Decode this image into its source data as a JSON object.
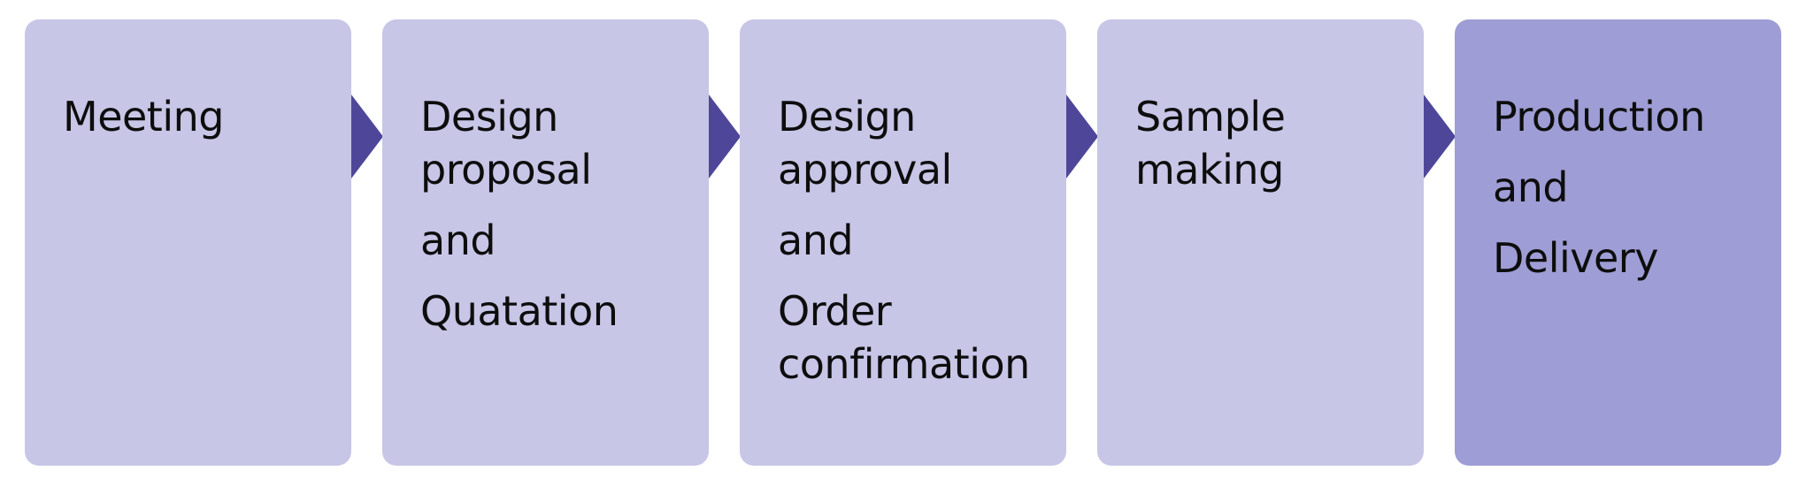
{
  "steps": [
    {
      "lines": [
        "Meeting"
      ]
    },
    {
      "lines": [
        "Design",
        "proposal",
        "and",
        "Quatation"
      ]
    },
    {
      "lines": [
        "Design",
        "approval",
        "and",
        "Order",
        "confirmation"
      ]
    },
    {
      "lines": [
        "Sample",
        "making"
      ]
    },
    {
      "lines": [
        "Production",
        "and",
        "Delivery"
      ]
    }
  ],
  "colors": {
    "step_fill": "#c7c6e7",
    "final_step_fill": "#9e9dd5",
    "arrow": "#4e4799",
    "text": "#0d0d0d"
  }
}
